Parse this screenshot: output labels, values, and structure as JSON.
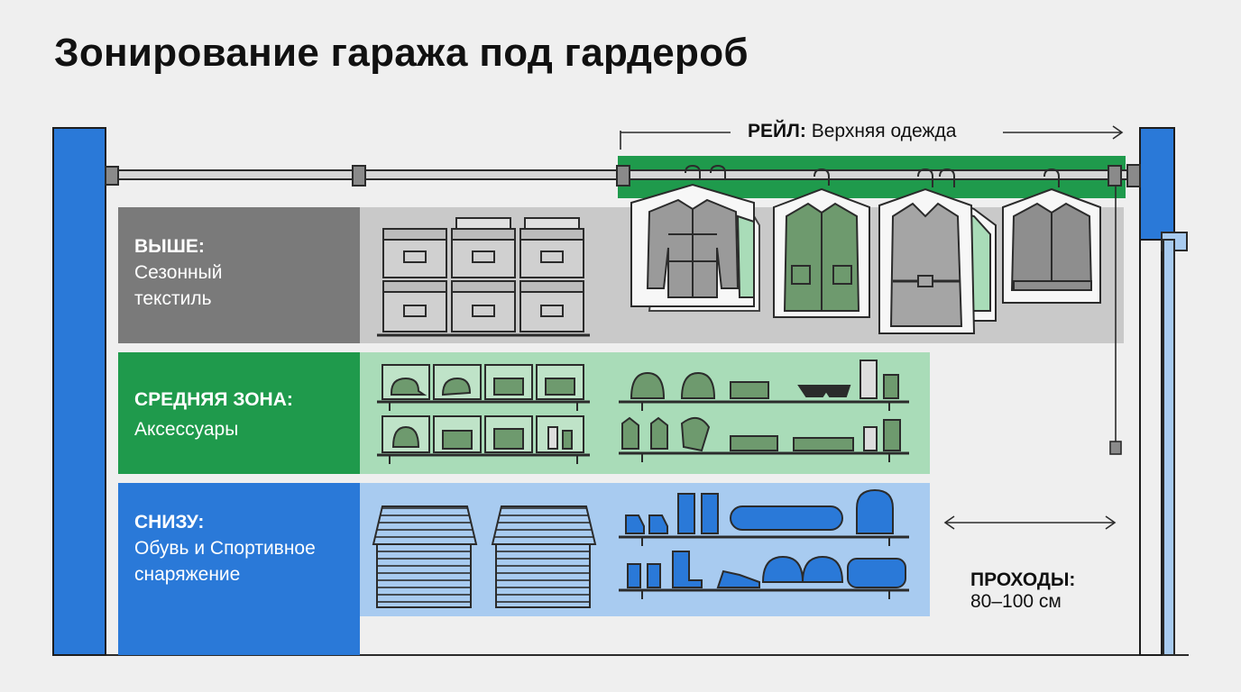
{
  "title": "Зонирование гаража под гардероб",
  "rail": {
    "label_bold": "РЕЙЛ:",
    "label_rest": "Верхняя одежда"
  },
  "zones": [
    {
      "heading": "ВЫШЕ:",
      "lines": [
        "Сезонный",
        "текстиль"
      ],
      "color": "#7a7a7a",
      "band_color": "#c9c9c9"
    },
    {
      "heading": "СРЕДНЯЯ ЗОНА:",
      "lines": [
        "Аксессуары"
      ],
      "color": "#1f9a4c",
      "band_color": "#a9dcb8"
    },
    {
      "heading": "СНИЗУ:",
      "lines": [
        "Обувь и Спортивное",
        "снаряжение"
      ],
      "color": "#2a79d8",
      "band_color": "#a8cbf0"
    }
  ],
  "aisles": {
    "heading": "ПРОХОДЫ:",
    "value": "80–100 см"
  },
  "colors": {
    "wall_blue": "#2a79d8",
    "rail_green": "#1f9a4c",
    "outline": "#2b2b2b"
  }
}
